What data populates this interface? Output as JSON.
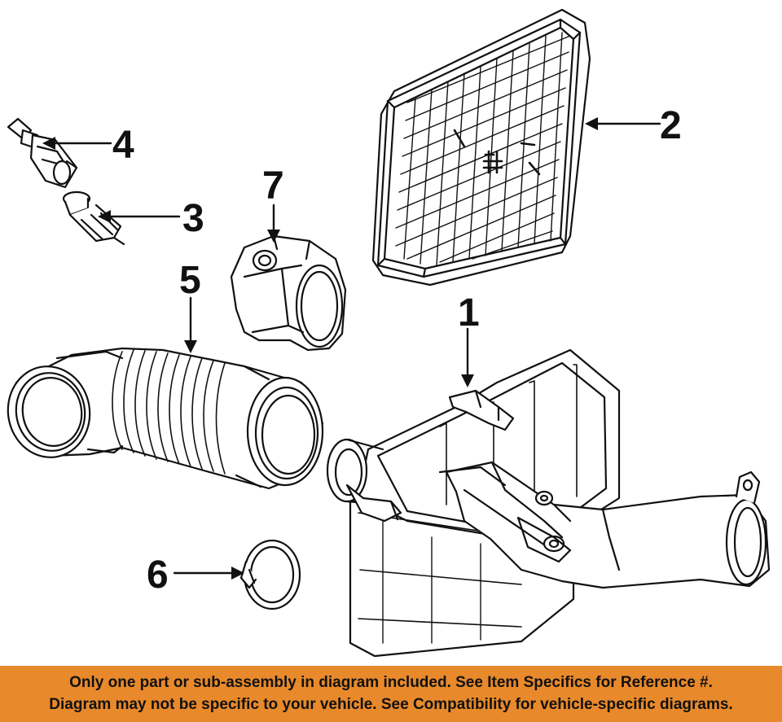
{
  "callouts": {
    "c1": "1",
    "c2": "2",
    "c3": "3",
    "c4": "4",
    "c5": "5",
    "c6": "6",
    "c7": "7"
  },
  "disclaimer": {
    "line1": "Only one part or sub-assembly in diagram included. See Item Specifics for Reference #.",
    "line2": "Diagram may not be specific to your vehicle. See Compatibility for vehicle-specific diagrams."
  },
  "colors": {
    "banner": "#e8892b",
    "line_art": "#111111",
    "background": "#ffffff"
  }
}
